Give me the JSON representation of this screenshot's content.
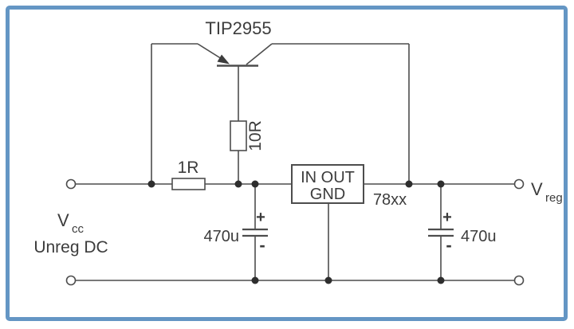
{
  "figure": {
    "type": "circuit-schematic",
    "description": "78xx linear regulator with TIP2955 outboard pass transistor current boost",
    "border_color": "#6496c4",
    "wire_color": "#4d4d4d",
    "text_color": "#3c3c3c"
  },
  "labels": {
    "transistor": "TIP2955",
    "base_resistor": "10R",
    "series_resistor": "1R",
    "regulator_line1": "IN OUT",
    "regulator_line2": "GND",
    "regulator_part": "78xx",
    "input_cap_value": "470u",
    "output_cap_value": "470u",
    "input_cap_plus": "+",
    "input_cap_minus": "-",
    "output_cap_plus": "+",
    "output_cap_minus": "-",
    "input_v_main": "V",
    "input_v_sub": "cc",
    "input_line2": "Unreg DC",
    "output_v_main": "V",
    "output_v_sub": "reg"
  }
}
